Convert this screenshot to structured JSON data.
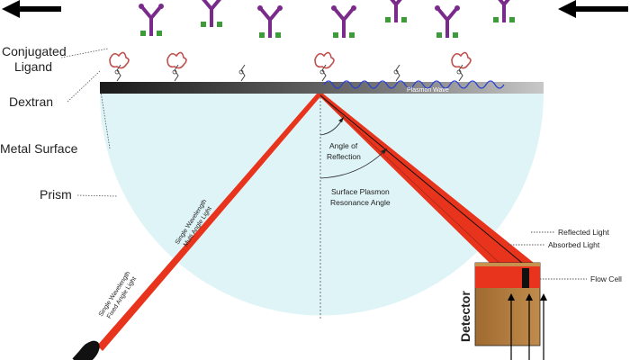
{
  "labels": {
    "conjugated_ligand_1": "Conjugated",
    "conjugated_ligand_2": "Ligand",
    "dextran": "Dextran",
    "metal_surface": "Metal Surface",
    "prism": "Prism",
    "plasmon_wave": "Plasmon Wave",
    "angle_of_reflection_1": "Angle of",
    "angle_of_reflection_2": "Reflection",
    "spr_angle_1": "Surface Plasmon",
    "spr_angle_2": "Resonance Angle",
    "reflected_light": "Reflected Light",
    "absorbed_light": "Absorbed Light",
    "flow_cell": "Flow Cell",
    "detector": "Detector",
    "multi_angle_1": "Single Wavelength",
    "multi_angle_2": "Multi Angle Light",
    "fixed_angle_1": "Single Wavelength",
    "fixed_angle_2": "Fixed Angle Light"
  },
  "colors": {
    "beam": "#e8341c",
    "prism": "#dff4f7",
    "detector": "#b07a3c",
    "wave": "#2a3fd6",
    "antibody": "#7a2a8a",
    "antibody_green": "#3f9a3a",
    "ligand": "#c0504d"
  },
  "icons": [
    "arrow-left-icon",
    "antibody-icon",
    "ligand-icon",
    "laser-source-icon"
  ]
}
